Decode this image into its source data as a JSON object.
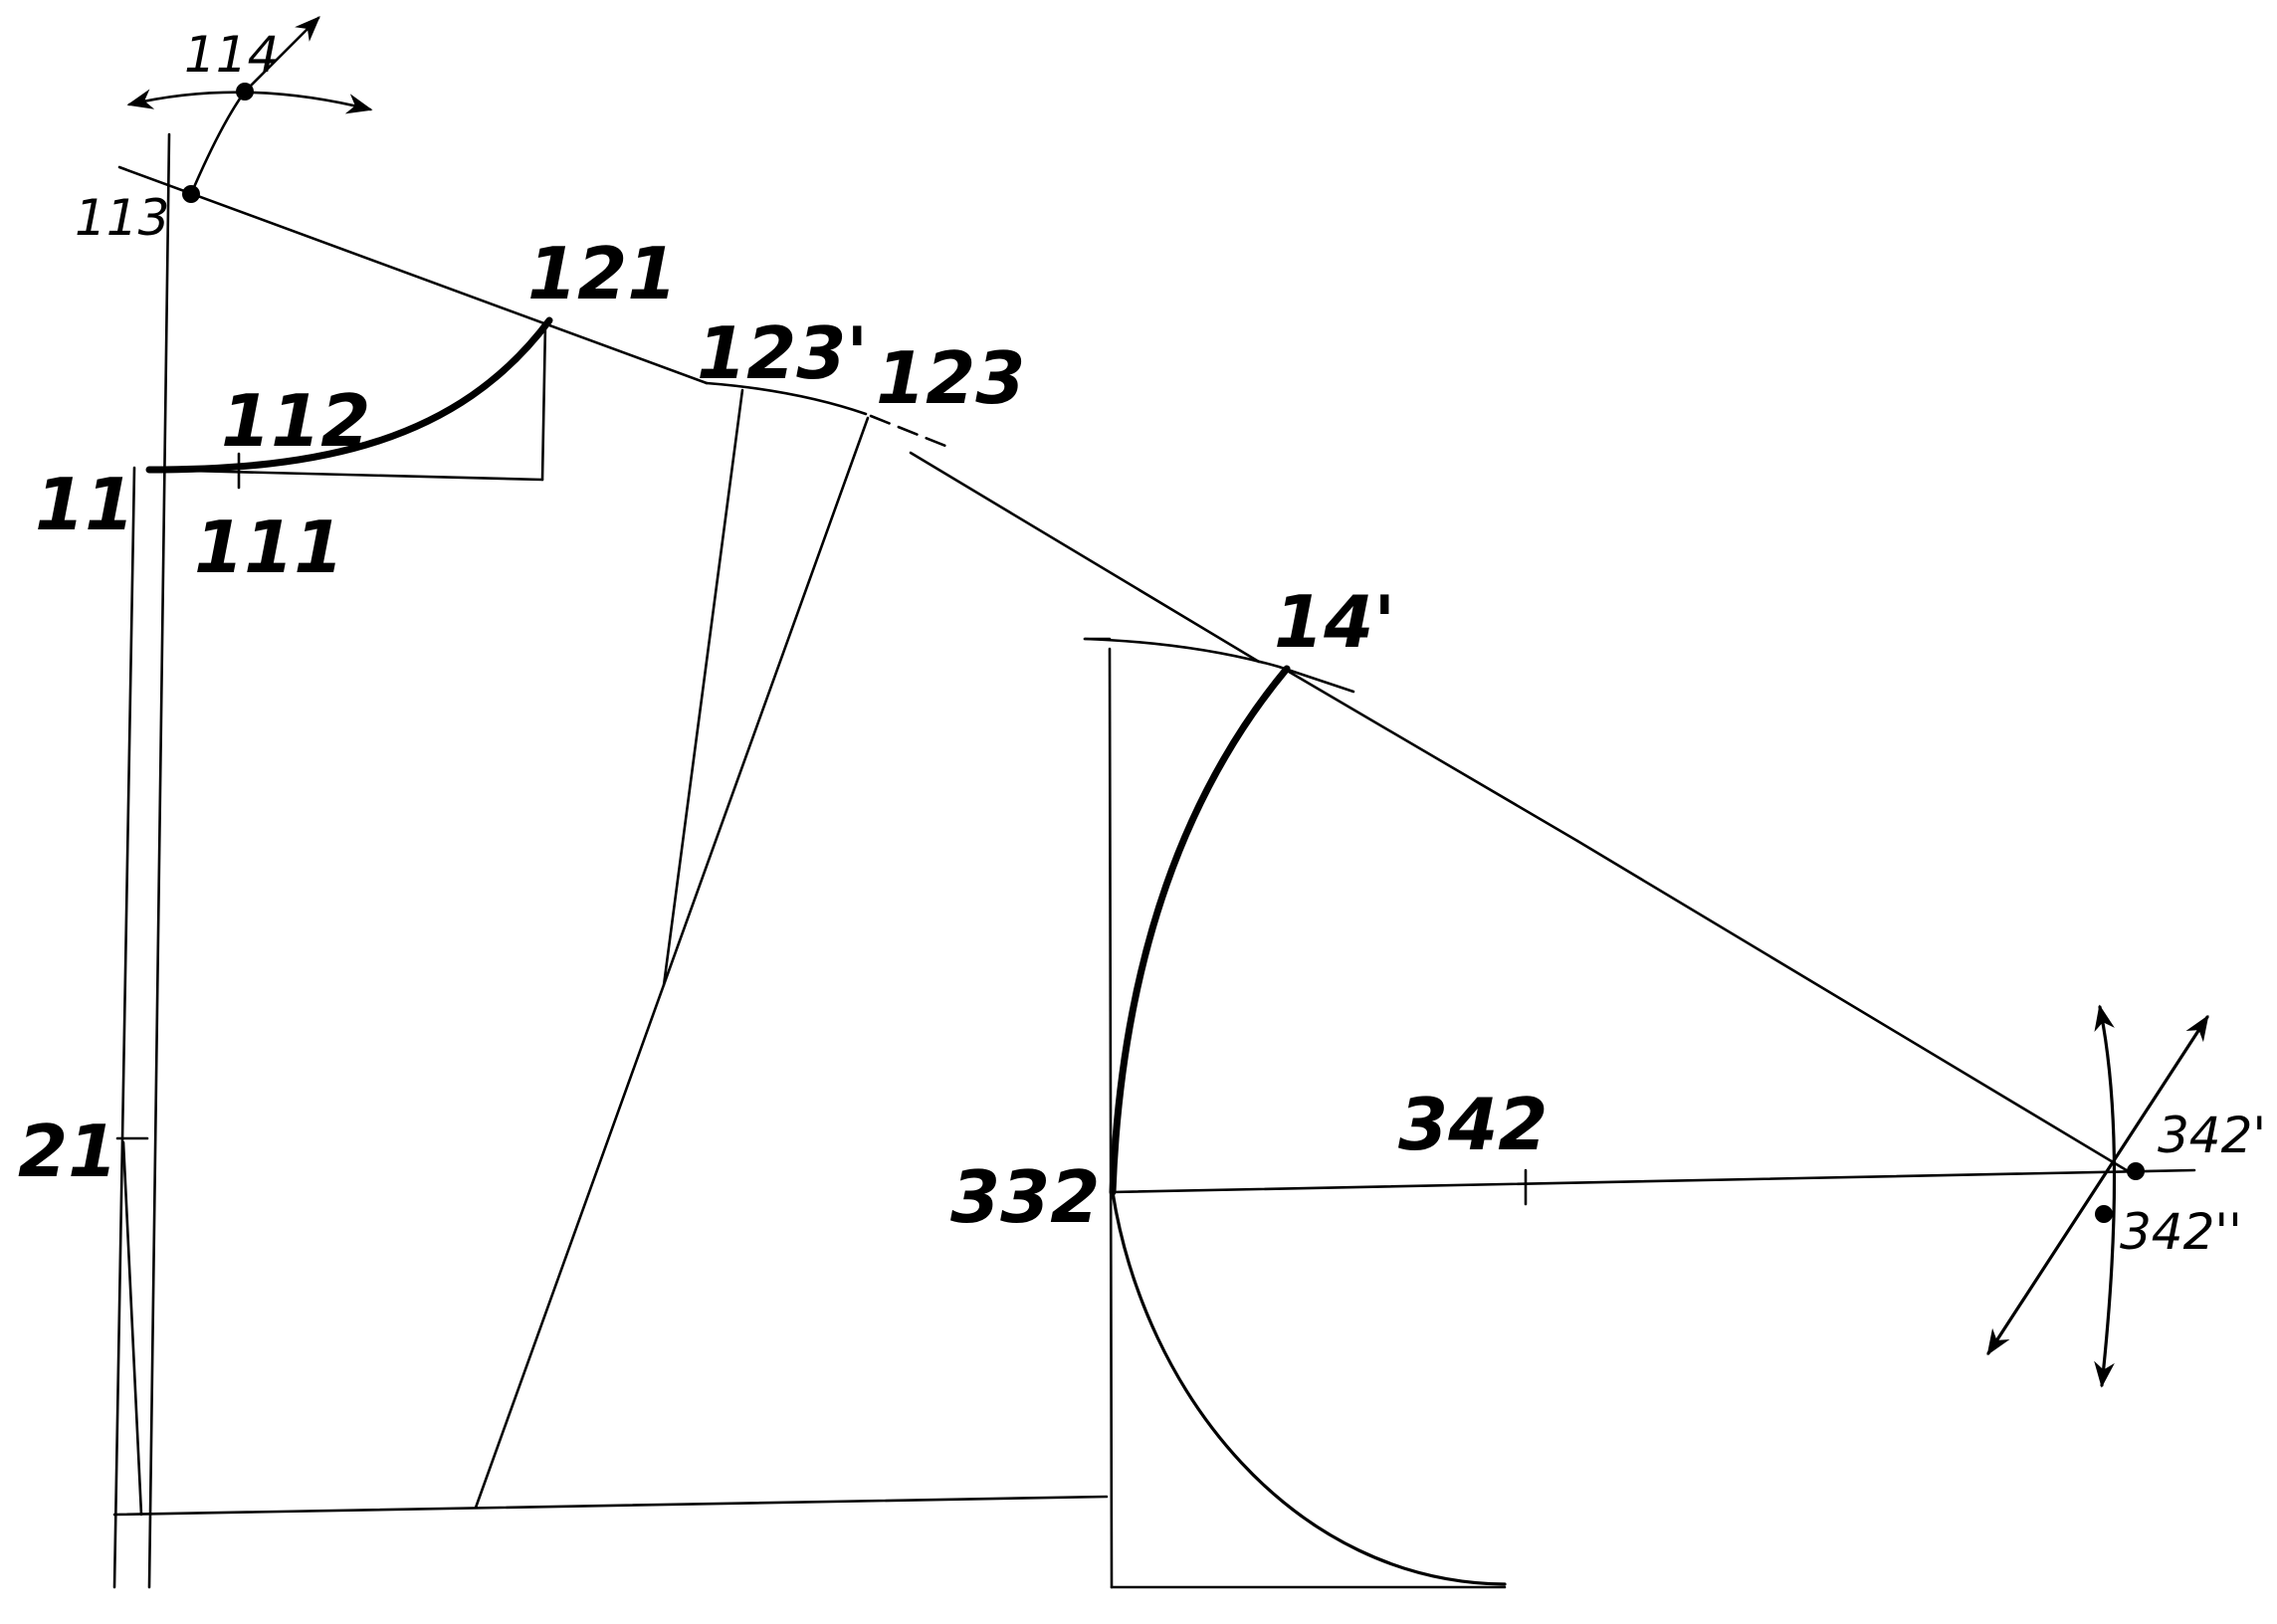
{
  "labels": {
    "p114": "114",
    "p113": "113",
    "p121": "121",
    "p123a": "123'",
    "p123": "123",
    "p112": "112",
    "p11": "11",
    "p111": "111",
    "p14a": "14'",
    "p21": "21",
    "p332": "332",
    "p342": "342",
    "p342a": "342'",
    "p342b": "342''"
  }
}
